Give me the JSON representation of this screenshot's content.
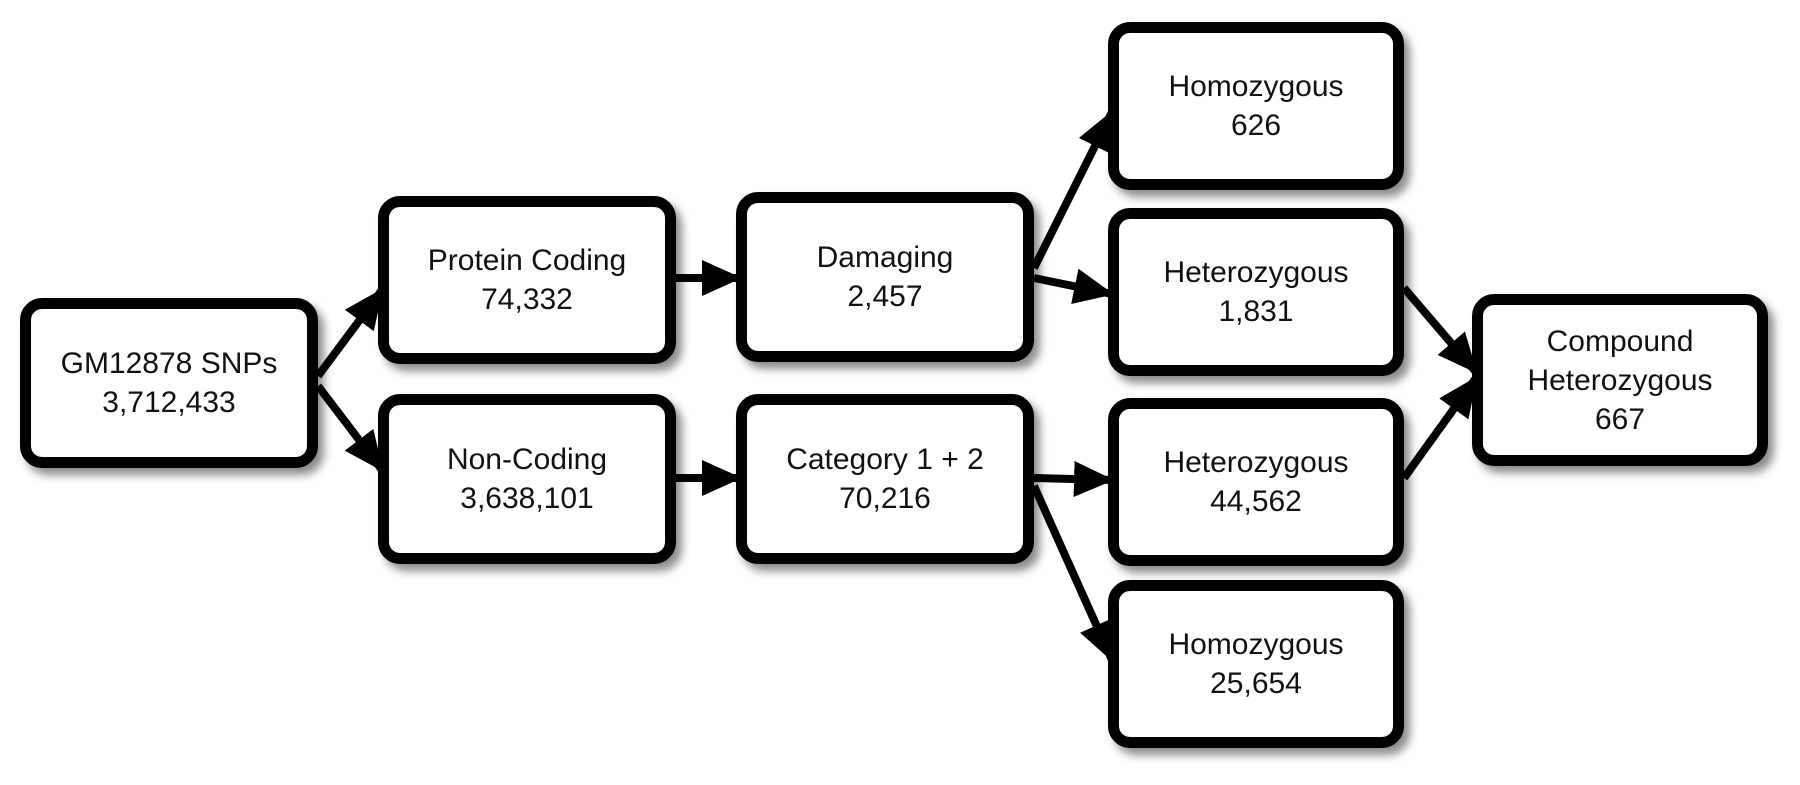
{
  "diagram": {
    "colors": {
      "stroke": "#000000",
      "fill": "#ffffff",
      "text": "#111111"
    },
    "nodes": [
      {
        "id": "gm12878",
        "lines": [
          "GM12878 SNPs",
          "3,712,433"
        ]
      },
      {
        "id": "protein-coding",
        "lines": [
          "Protein Coding",
          "74,332"
        ]
      },
      {
        "id": "non-coding",
        "lines": [
          "Non-Coding",
          "3,638,101"
        ]
      },
      {
        "id": "damaging",
        "lines": [
          "Damaging",
          "2,457"
        ]
      },
      {
        "id": "category-1-2",
        "lines": [
          "Category 1 + 2",
          "70,216"
        ]
      },
      {
        "id": "homozygous-coding",
        "lines": [
          "Homozygous",
          "626"
        ]
      },
      {
        "id": "heterozygous-coding",
        "lines": [
          "Heterozygous",
          "1,831"
        ]
      },
      {
        "id": "heterozygous-noncoding",
        "lines": [
          "Heterozygous",
          "44,562"
        ]
      },
      {
        "id": "homozygous-noncoding",
        "lines": [
          "Homozygous",
          "25,654"
        ]
      },
      {
        "id": "compound-heterozygous",
        "lines": [
          "Compound",
          "Heterozygous",
          "667"
        ]
      }
    ],
    "edges": [
      {
        "from": "gm12878",
        "to": "protein-coding"
      },
      {
        "from": "gm12878",
        "to": "non-coding"
      },
      {
        "from": "protein-coding",
        "to": "damaging"
      },
      {
        "from": "non-coding",
        "to": "category-1-2"
      },
      {
        "from": "damaging",
        "to": "homozygous-coding"
      },
      {
        "from": "damaging",
        "to": "heterozygous-coding"
      },
      {
        "from": "category-1-2",
        "to": "heterozygous-noncoding"
      },
      {
        "from": "category-1-2",
        "to": "homozygous-noncoding"
      },
      {
        "from": "heterozygous-coding",
        "to": "compound-heterozygous"
      },
      {
        "from": "heterozygous-noncoding",
        "to": "compound-heterozygous"
      }
    ]
  }
}
